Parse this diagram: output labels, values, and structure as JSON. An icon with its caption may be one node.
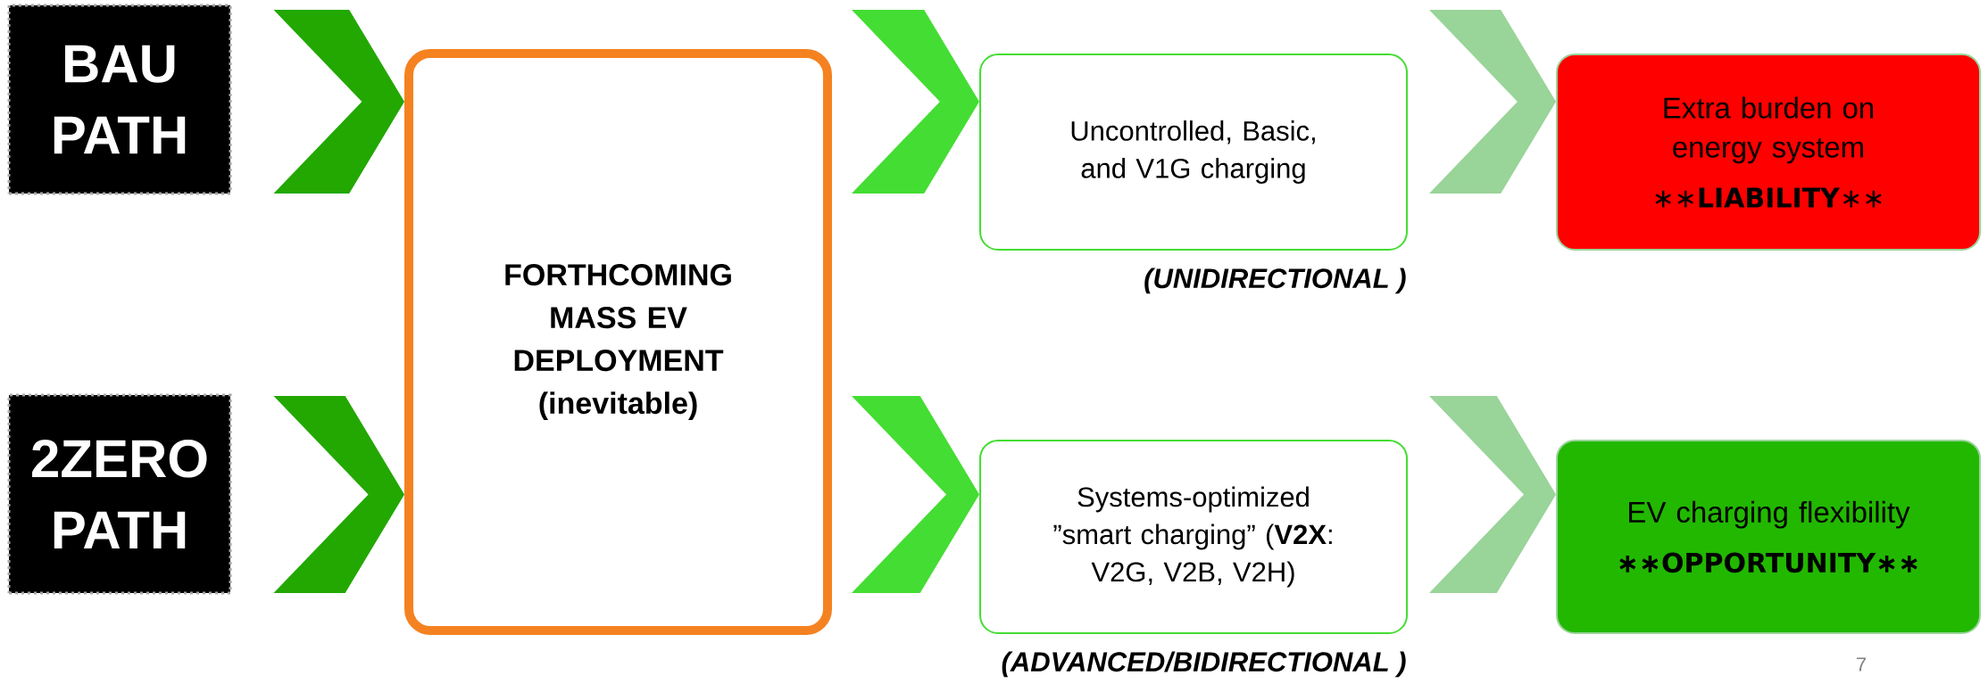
{
  "diagram": {
    "nodes": [
      {
        "text": [
          "BAU PATH"
        ]
      },
      {
        "text": [
          "FORTHCOMING MASS EV DEPLOYMENT (inevitable)"
        ]
      },
      {
        "text": [
          "Uncontrolled,  Basic, and V1G charging"
        ],
        "beside": [
          "(UNIDIRECTIONAL )"
        ]
      },
      {
        "text": [
          "Extra burden on energy system",
          "∗∗**LIABILITY**∗∗"
        ]
      },
      {
        "text": [
          "2ZERO PATH"
        ]
      },
      {
        "text": [
          "Systems-optimized ”smart charging” (**V2X**: V2G, V2B, V2H)"
        ],
        "beside": [
          "(ADVANCED/BIDIRECTIONAL )"
        ]
      },
      {
        "text": [
          "EV charging flexibility",
          "∗∗OPPORTUNITY∗∗"
        ]
      }
    ],
    "edges": [
      {
        "from": 0,
        "to": 1,
        "arrow": "to",
        "color": "#22a800"
      },
      {
        "from": 1,
        "to": 2,
        "arrow": "to",
        "color": "#44dd33"
      },
      {
        "from": 2,
        "to": 3,
        "arrow": "to",
        "color": "#99d499"
      },
      {
        "from": 4,
        "to": 1,
        "arrow": "to",
        "color": "#22a800"
      },
      {
        "from": 1,
        "to": 5,
        "arrow": "to",
        "color": "#44dd33"
      },
      {
        "from": 5,
        "to": 6,
        "arrow": "to",
        "color": "#99d499"
      }
    ],
    "labels": [
      "7"
    ]
  }
}
